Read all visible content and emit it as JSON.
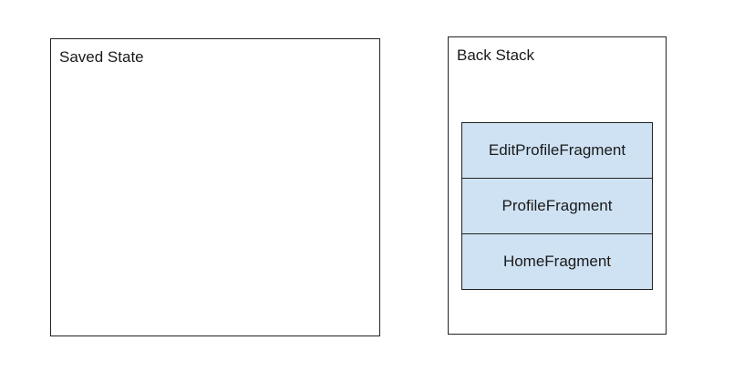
{
  "saved_state": {
    "title": "Saved State"
  },
  "back_stack": {
    "title": "Back Stack",
    "items": [
      {
        "label": "EditProfileFragment"
      },
      {
        "label": "ProfileFragment"
      },
      {
        "label": "HomeFragment"
      }
    ]
  },
  "colors": {
    "stack_item_fill": "#cfe2f3",
    "border": "#222222",
    "background": "#ffffff"
  }
}
